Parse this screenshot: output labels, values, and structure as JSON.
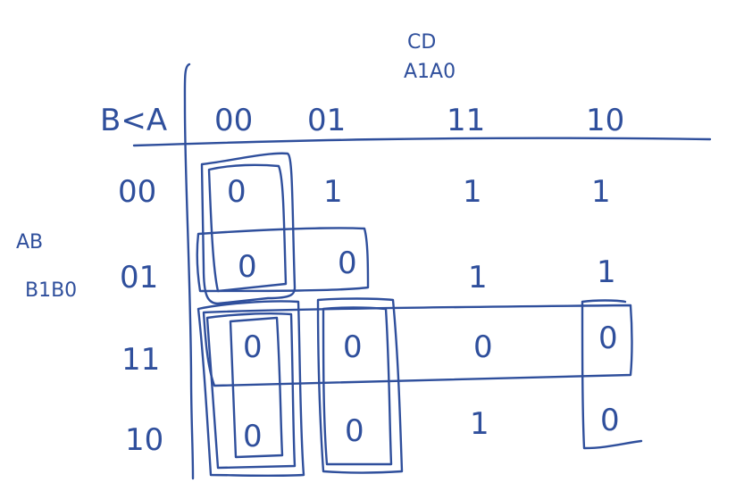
{
  "diagram": {
    "column_var_label": "CD",
    "column_var_sub_label": "A1A0",
    "corner_label": "B<A",
    "row_var_label": "AB",
    "row_var_sub_label": "B1B0",
    "column_headers": [
      "00",
      "01",
      "11",
      "10"
    ],
    "row_headers": [
      "00",
      "01",
      "11",
      "10"
    ],
    "cells": [
      [
        "0",
        "1",
        "1",
        "1"
      ],
      [
        "0",
        "0",
        "1",
        "1"
      ],
      [
        "0",
        "0",
        "0",
        "0"
      ],
      [
        "0",
        "0",
        "1",
        "0"
      ]
    ],
    "ink_color": "#2f4f9c"
  }
}
